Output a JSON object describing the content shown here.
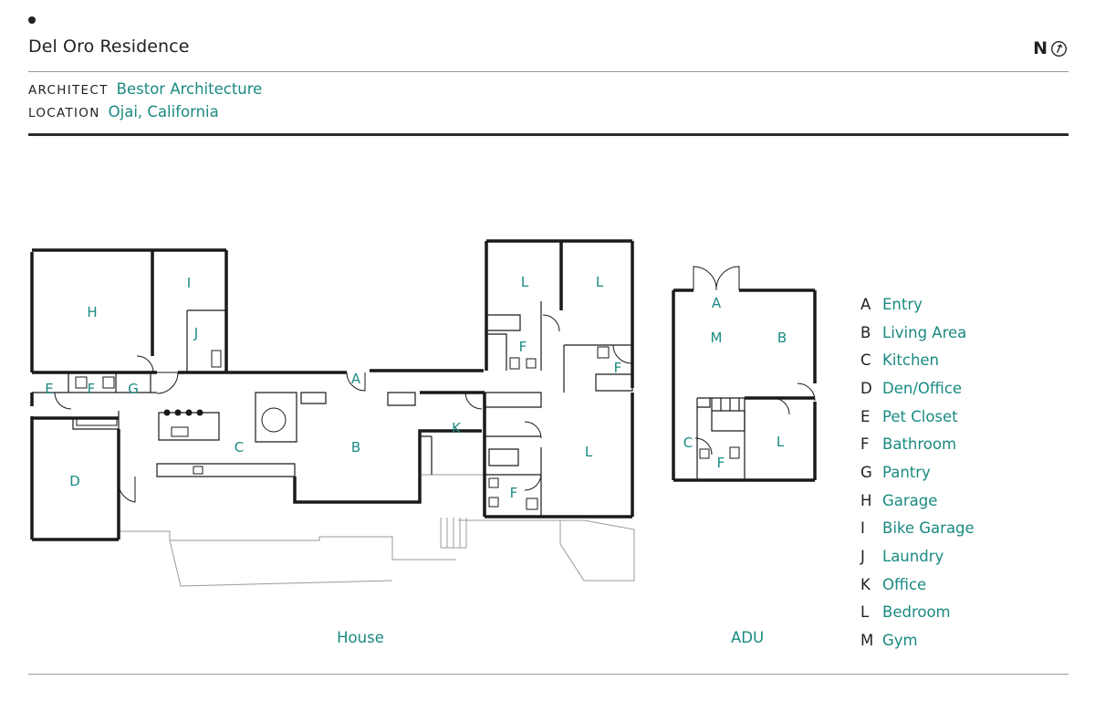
{
  "header": {
    "title": "Del Oro Residence",
    "north_label": "N",
    "architect_label": "ARCHITECT",
    "architect": "Bestor Architecture",
    "location_label": "LOCATION",
    "location": "Ojai, California"
  },
  "plan": {
    "house_caption": "House",
    "adu_caption": "ADU",
    "accent_color": "#1a8a82",
    "house_labels": [
      "H",
      "I",
      "J",
      "E",
      "F",
      "G",
      "A",
      "C",
      "B",
      "D",
      "K",
      "L",
      "L",
      "F",
      "F",
      "L",
      "F"
    ],
    "adu_labels": [
      "A",
      "M",
      "B",
      "C",
      "F",
      "L"
    ]
  },
  "legend": [
    {
      "letter": "A",
      "name": "Entry"
    },
    {
      "letter": "B",
      "name": "Living Area"
    },
    {
      "letter": "C",
      "name": "Kitchen"
    },
    {
      "letter": "D",
      "name": "Den/Office"
    },
    {
      "letter": "E",
      "name": "Pet Closet"
    },
    {
      "letter": "F",
      "name": "Bathroom"
    },
    {
      "letter": "G",
      "name": "Pantry"
    },
    {
      "letter": "H",
      "name": "Garage"
    },
    {
      "letter": "I",
      "name": "Bike Garage"
    },
    {
      "letter": "J",
      "name": "Laundry"
    },
    {
      "letter": "K",
      "name": "Office"
    },
    {
      "letter": "L",
      "name": "Bedroom"
    },
    {
      "letter": "M",
      "name": "Gym"
    }
  ]
}
